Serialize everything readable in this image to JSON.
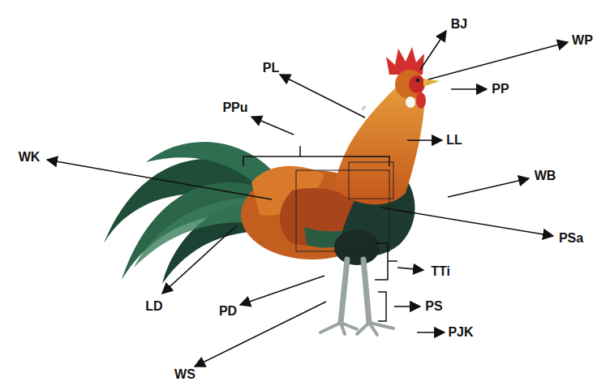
{
  "diagram": {
    "labels": [
      "BJ",
      "WP",
      "PL",
      "♂",
      "PP",
      "PPu",
      "LL",
      "WK",
      "WB",
      "PSa",
      "TTi",
      "LD",
      "PD",
      "PS",
      "PJK",
      "WS"
    ]
  }
}
